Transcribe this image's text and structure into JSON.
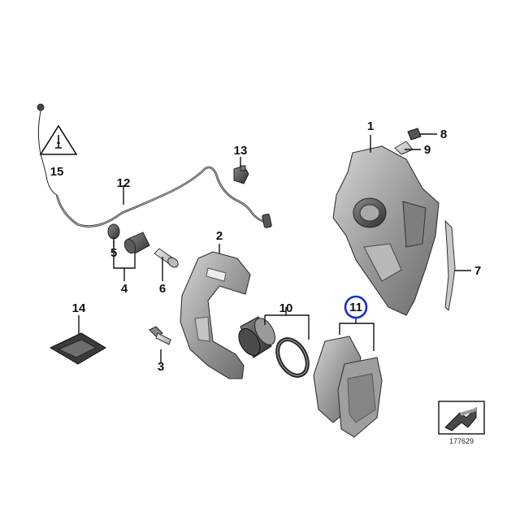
{
  "callouts": {
    "c1": "1",
    "c2": "2",
    "c3": "3",
    "c4": "4",
    "c5": "5",
    "c6": "6",
    "c7": "7",
    "c8": "8",
    "c9": "9",
    "c10": "10",
    "c11": "11",
    "c12": "12",
    "c13": "13",
    "c14": "14",
    "c15": "15"
  },
  "reference_number": "177629",
  "highlight_color": "#1a2fc8",
  "icons": {
    "warning": "warning-triangle-icon",
    "direction": "direction-arrow-icon"
  }
}
